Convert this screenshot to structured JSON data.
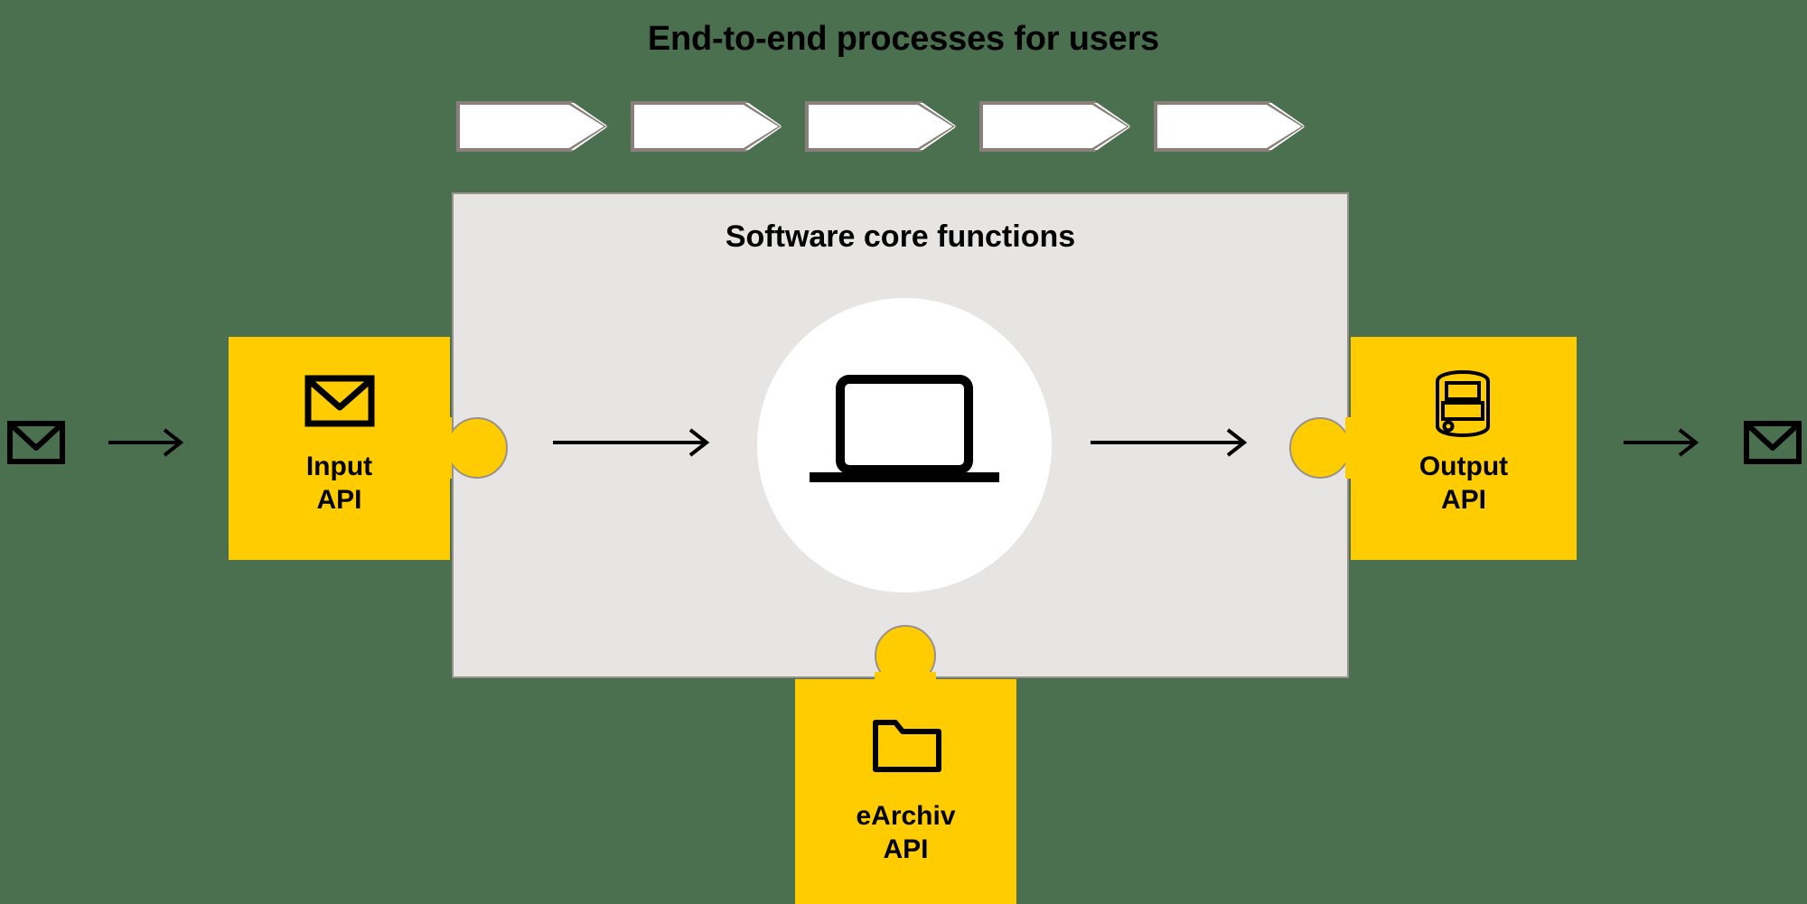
{
  "diagram": {
    "title": "End-to-end processes for users",
    "core_title": "Software core functions",
    "background_color": "#4a7050",
    "accent_color": "#ffcc00",
    "panel_color": "#e6e5e3",
    "border_color": "#9a908b"
  },
  "process_chevrons": [
    {
      "label": ""
    },
    {
      "label": ""
    },
    {
      "label": ""
    },
    {
      "label": ""
    },
    {
      "label": ""
    }
  ],
  "pieces": {
    "input": {
      "line1": "Input",
      "line2": "API",
      "label": "Input\nAPI",
      "icon": "envelope-icon"
    },
    "output": {
      "line1": "Output",
      "line2": "API",
      "label": "Output\nAPI",
      "icon": "printer-icon"
    },
    "archiv": {
      "line1": "eArchiv",
      "line2": "API",
      "label": "eArchiv\nAPI",
      "icon": "folder-icon"
    }
  },
  "core": {
    "icon": "laptop-icon"
  },
  "endpoints": {
    "left_icon": "envelope-icon",
    "right_icon": "envelope-icon"
  },
  "arrows": {
    "inbound_outer": "arrow-right-icon",
    "inbound_inner": "arrow-right-icon",
    "outbound_inner": "arrow-right-icon",
    "outbound_outer": "arrow-right-icon"
  }
}
